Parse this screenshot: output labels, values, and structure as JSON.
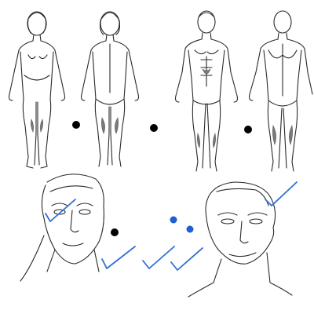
{
  "figures": [
    {
      "name": "female-front",
      "view": "front"
    },
    {
      "name": "female-back",
      "view": "back"
    },
    {
      "name": "male-front",
      "view": "front"
    },
    {
      "name": "male-back",
      "view": "back"
    },
    {
      "name": "face-three-quarter",
      "view": "face"
    },
    {
      "name": "face-front",
      "view": "face"
    }
  ],
  "annotations": {
    "black_dot_count": 4,
    "blue_dot_count": 2,
    "checkmark_count": 5
  },
  "colors": {
    "line_art": "#2a2a2a",
    "black_dot": "#000000",
    "blue_dot": "#1f5fd1",
    "checkmark": "#2f6fd6",
    "background": "#ffffff"
  },
  "icons": [
    "dot-marker-icon",
    "click-dot-icon",
    "checkmark-icon"
  ]
}
